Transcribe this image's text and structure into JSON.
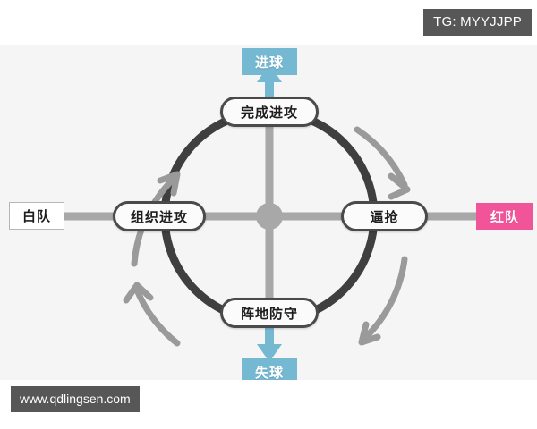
{
  "overlay": {
    "tg_badge": "TG: MYYJJPP",
    "watermark": "www.qdlingsen.com"
  },
  "diagram": {
    "background_color": "#f5f5f5",
    "ring_color": "#3f3f3f",
    "axis_color": "#a8a8a8",
    "arrow_color": "#9a9a9a",
    "nodes": [
      {
        "id": "top",
        "label": "完成进攻"
      },
      {
        "id": "right",
        "label": "逼抢"
      },
      {
        "id": "bottom",
        "label": "阵地防守"
      },
      {
        "id": "left",
        "label": "组织进攻"
      }
    ],
    "outcomes": [
      {
        "id": "goal-scored",
        "label": "进球",
        "color": "#74b8d2",
        "direction": "up"
      },
      {
        "id": "goal-conceded",
        "label": "失球",
        "color": "#74b8d2",
        "direction": "down"
      }
    ],
    "teams": [
      {
        "id": "white-team",
        "label": "白队",
        "color": "#ffffff"
      },
      {
        "id": "red-team",
        "label": "红队",
        "color": "#f2549a"
      }
    ],
    "cycle_arrows": [
      {
        "id": "arrow-upper-left",
        "direction": "clockwise"
      },
      {
        "id": "arrow-upper-right",
        "direction": "clockwise"
      },
      {
        "id": "arrow-lower-right",
        "direction": "clockwise"
      },
      {
        "id": "arrow-lower-left",
        "direction": "clockwise"
      }
    ]
  }
}
